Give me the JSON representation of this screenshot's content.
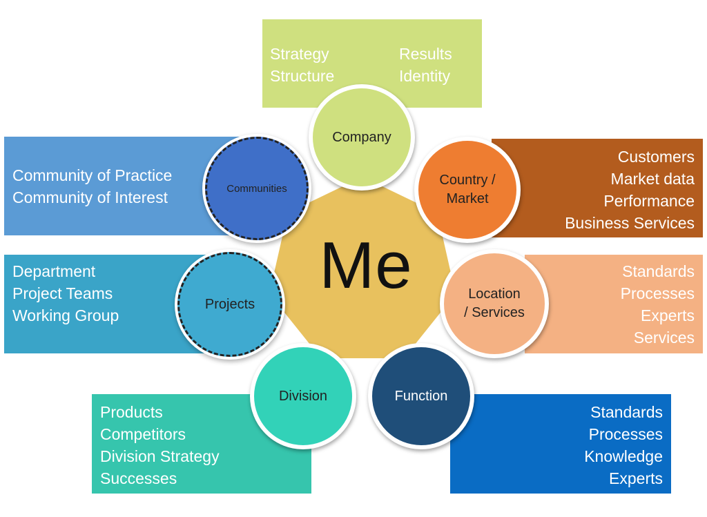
{
  "center": {
    "label": "Me",
    "color": "#e8c15e"
  },
  "company": {
    "label": "Company",
    "color": "#cfe07f",
    "box_color": "#cfe07f",
    "col1": [
      "Strategy",
      "Structure"
    ],
    "col2": [
      "Results",
      "Identity"
    ]
  },
  "communities": {
    "label": "Communities",
    "color": "#3f6fc8",
    "box_color": "#5b9bd5",
    "items": [
      "Community of Practice",
      "Community of Interest"
    ]
  },
  "projects": {
    "label": "Projects",
    "color": "#3faad0",
    "box_color": "#3aa4c8",
    "items": [
      "Department",
      "Project Teams",
      "Working Group"
    ]
  },
  "country_market": {
    "label": "Country /\nMarket",
    "color": "#ee7d31",
    "box_color": "#b35c1e",
    "items": [
      "Customers",
      "Market data",
      "Performance",
      "Business Services"
    ]
  },
  "location_services": {
    "label": "Location\n/ Services",
    "color": "#f4b183",
    "box_color": "#f4b183",
    "items": [
      "Standards",
      "Processes",
      "Experts",
      "Services"
    ]
  },
  "division": {
    "label": "Division",
    "color": "#32d2b8",
    "box_color": "#36c5ad",
    "items": [
      "Products",
      "Competitors",
      "Division Strategy",
      "Successes"
    ]
  },
  "function": {
    "label": "Function",
    "color": "#1f4e79",
    "box_color": "#0a6cc4",
    "items": [
      "Standards",
      "Processes",
      "Knowledge",
      "Experts"
    ]
  }
}
